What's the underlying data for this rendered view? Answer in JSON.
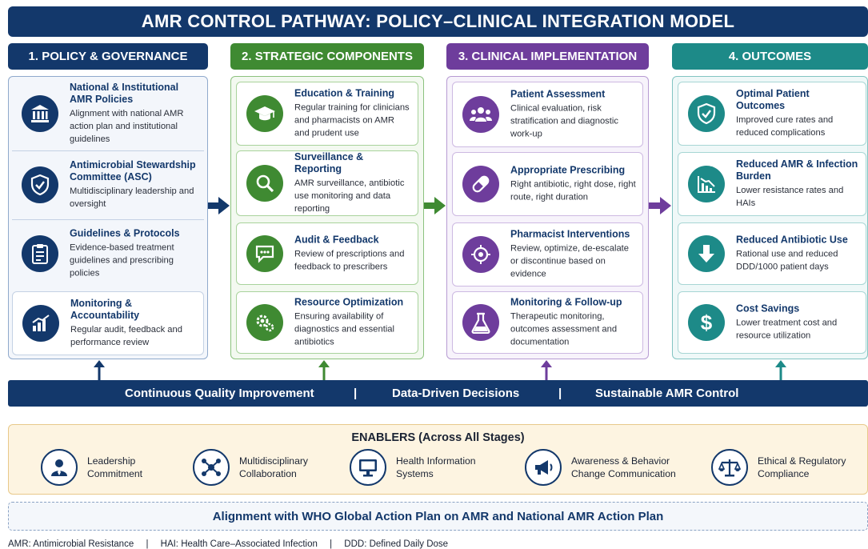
{
  "title": "AMR CONTROL PATHWAY: POLICY–CLINICAL INTEGRATION MODEL",
  "columns": [
    {
      "header": "1. POLICY & GOVERNANCE",
      "color": "#13386b",
      "items": [
        {
          "title": "National & Institutional AMR Policies",
          "desc": "Alignment with national AMR action plan and institutional guidelines",
          "icon": "institution-icon"
        },
        {
          "title": "Antimicrobial Stewardship Committee (ASC)",
          "desc": "Multidisciplinary leadership and oversight",
          "icon": "shield-check-icon"
        },
        {
          "title": "Guidelines & Protocols",
          "desc": "Evidence-based treatment guidelines and prescribing policies",
          "icon": "clipboard-icon"
        },
        {
          "title": "Monitoring & Accountability",
          "desc": "Regular audit, feedback and performance review",
          "icon": "bar-chart-icon"
        }
      ]
    },
    {
      "header": "2. STRATEGIC COMPONENTS",
      "color": "#3f8a32",
      "items": [
        {
          "title": "Education & Training",
          "desc": "Regular training for clinicians and pharmacists on AMR and prudent use",
          "icon": "graduation-cap-icon"
        },
        {
          "title": "Surveillance & Reporting",
          "desc": "AMR surveillance, antibiotic use monitoring and data reporting",
          "icon": "magnifier-icon"
        },
        {
          "title": "Audit & Feedback",
          "desc": "Review of prescriptions and feedback to prescribers",
          "icon": "chat-bubble-icon"
        },
        {
          "title": "Resource Optimization",
          "desc": "Ensuring availability of diagnostics and essential antibiotics",
          "icon": "gears-icon"
        }
      ]
    },
    {
      "header": "3. CLINICAL IMPLEMENTATION",
      "color": "#6e3d9c",
      "items": [
        {
          "title": "Patient Assessment",
          "desc": "Clinical evaluation, risk stratification and diagnostic work-up",
          "icon": "people-icon"
        },
        {
          "title": "Appropriate Prescribing",
          "desc": "Right antibiotic, right dose, right route, right duration",
          "icon": "capsule-icon"
        },
        {
          "title": "Pharmacist Interventions",
          "desc": "Review, optimize, de-escalate or discontinue based on evidence",
          "icon": "target-icon"
        },
        {
          "title": "Monitoring & Follow-up",
          "desc": "Therapeutic monitoring, outcomes assessment and documentation",
          "icon": "flask-icon"
        }
      ]
    },
    {
      "header": "4. OUTCOMES",
      "color": "#1d8a88",
      "items": [
        {
          "title": "Optimal Patient Outcomes",
          "desc": "Improved cure rates and reduced complications",
          "icon": "shield-check-icon"
        },
        {
          "title": "Reduced AMR & Infection Burden",
          "desc": "Lower resistance rates and HAIs",
          "icon": "declining-chart-icon"
        },
        {
          "title": "Reduced Antibiotic Use",
          "desc": "Rational use and reduced DDD/1000 patient days",
          "icon": "arrow-down-icon"
        },
        {
          "title": "Cost Savings",
          "desc": "Lower treatment cost and resource utilization",
          "icon": "dollar-icon"
        }
      ]
    }
  ],
  "bottom_bar": {
    "items": [
      "Continuous Quality Improvement",
      "Data-Driven Decisions",
      "Sustainable AMR Control"
    ],
    "separator": "|"
  },
  "enablers": {
    "title": "ENABLERS (Across All Stages)",
    "items": [
      {
        "label_line1": "Leadership",
        "label_line2": "Commitment",
        "icon": "leader-icon"
      },
      {
        "label_line1": "Multidisciplinary",
        "label_line2": "Collaboration",
        "icon": "network-icon"
      },
      {
        "label_line1": "Health Information",
        "label_line2": "Systems",
        "icon": "monitor-icon"
      },
      {
        "label_line1": "Awareness & Behavior",
        "label_line2": "Change Communication",
        "icon": "megaphone-icon"
      },
      {
        "label_line1": "Ethical & Regulatory",
        "label_line2": "Compliance",
        "icon": "scales-icon"
      }
    ]
  },
  "alignment": "Alignment with WHO Global Action Plan on AMR and National AMR Action Plan",
  "footer": {
    "items": [
      "AMR: Antimicrobial Resistance",
      "HAI: Health Care–Associated Infection",
      "DDD: Defined Daily Dose"
    ],
    "separator": "|"
  },
  "colors": {
    "navy": "#13386b",
    "green": "#3f8a32",
    "purple": "#6e3d9c",
    "teal": "#1d8a88",
    "enabler_bg": "#fdf4e1"
  }
}
